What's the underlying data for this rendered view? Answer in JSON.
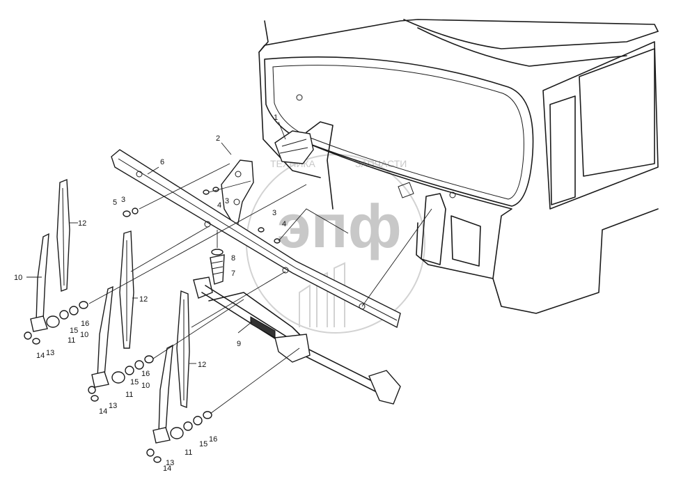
{
  "watermark": {
    "text_left": "ТЕХНИКА",
    "text_right": "ЗАПЧАСТИ",
    "monogram": "эпф"
  },
  "callouts": [
    {
      "id": "c1",
      "label": "1"
    },
    {
      "id": "c2",
      "label": "2"
    },
    {
      "id": "c3a",
      "label": "3"
    },
    {
      "id": "c3b",
      "label": "3"
    },
    {
      "id": "c3c",
      "label": "3"
    },
    {
      "id": "c4a",
      "label": "4"
    },
    {
      "id": "c4b",
      "label": "4"
    },
    {
      "id": "c5",
      "label": "5"
    },
    {
      "id": "c6",
      "label": "6"
    },
    {
      "id": "c7",
      "label": "7"
    },
    {
      "id": "c8",
      "label": "8"
    },
    {
      "id": "c9",
      "label": "9"
    },
    {
      "id": "c10a",
      "label": "10"
    },
    {
      "id": "c10b",
      "label": "10"
    },
    {
      "id": "c10c",
      "label": "10"
    },
    {
      "id": "c11a",
      "label": "11"
    },
    {
      "id": "c11b",
      "label": "11"
    },
    {
      "id": "c11c",
      "label": "11"
    },
    {
      "id": "c12a",
      "label": "12"
    },
    {
      "id": "c12b",
      "label": "12"
    },
    {
      "id": "c12c",
      "label": "12"
    },
    {
      "id": "c13a",
      "label": "13"
    },
    {
      "id": "c13b",
      "label": "13"
    },
    {
      "id": "c13c",
      "label": "13"
    },
    {
      "id": "c14a",
      "label": "14"
    },
    {
      "id": "c14b",
      "label": "14"
    },
    {
      "id": "c14c",
      "label": "14"
    },
    {
      "id": "c15a",
      "label": "15"
    },
    {
      "id": "c15b",
      "label": "15"
    },
    {
      "id": "c15c",
      "label": "15"
    },
    {
      "id": "c16a",
      "label": "16"
    },
    {
      "id": "c16b",
      "label": "16"
    },
    {
      "id": "c16c",
      "label": "16"
    }
  ]
}
